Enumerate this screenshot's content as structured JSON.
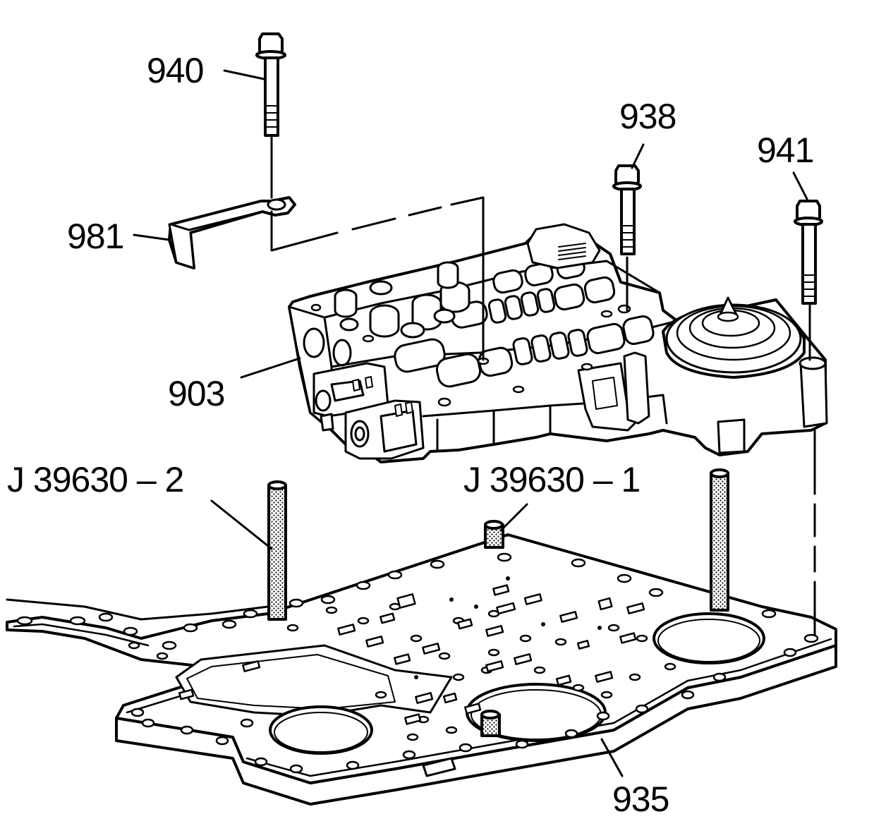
{
  "diagram": {
    "callouts": {
      "c940": "940",
      "c938": "938",
      "c941": "941",
      "c981": "981",
      "c903": "903",
      "c935": "935",
      "j2": "J 39630 – 2",
      "j1": "J 39630 – 1"
    },
    "colors": {
      "line": "#000000",
      "background": "#ffffff",
      "pin_fill": "#d8d8d8"
    }
  }
}
